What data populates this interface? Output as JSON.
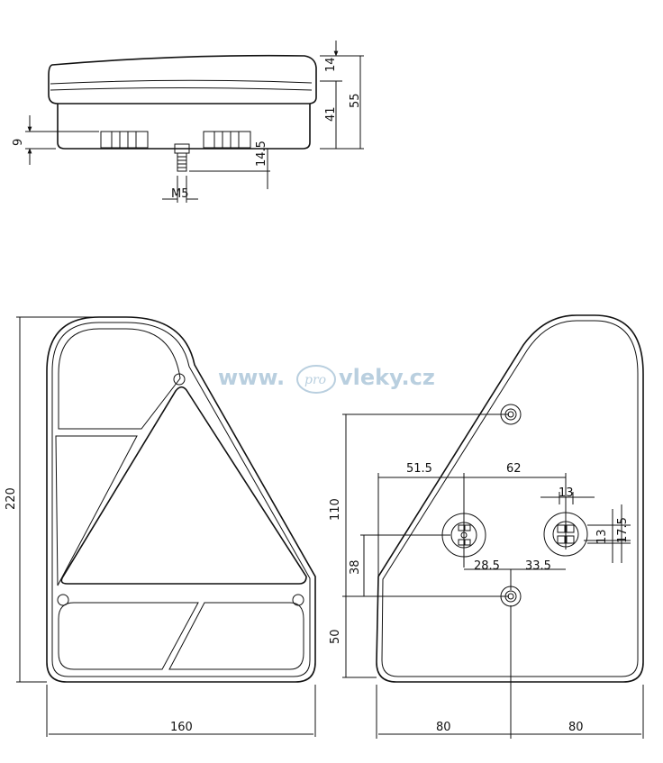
{
  "watermark": {
    "left": "www.",
    "mid": "pro",
    "right": "vleky.cz"
  },
  "side_view": {
    "dim_top": "14",
    "dim_body": "41",
    "dim_total": "55",
    "dim_base": "9",
    "dim_stud": "14.5",
    "thread": "M5"
  },
  "front_view": {
    "dim_height": "220",
    "dim_width": "160"
  },
  "rear_view": {
    "dim_upper": "110",
    "dim_lower": "50",
    "dim_conn_offset": "38",
    "dim_left_spacing": "51.5",
    "dim_connector_spacing": "62",
    "dim_left_to_center": "28.5",
    "dim_center_to_right": "33.5",
    "dim_pin_pitch_h": "13",
    "dim_pin_pitch_v": "13",
    "dim_connector_offset": "17.5",
    "dim_half_left": "80",
    "dim_half_right": "80"
  },
  "colors": {
    "line": "#111111",
    "watermark": "#b9cfdf",
    "background": "#ffffff"
  }
}
